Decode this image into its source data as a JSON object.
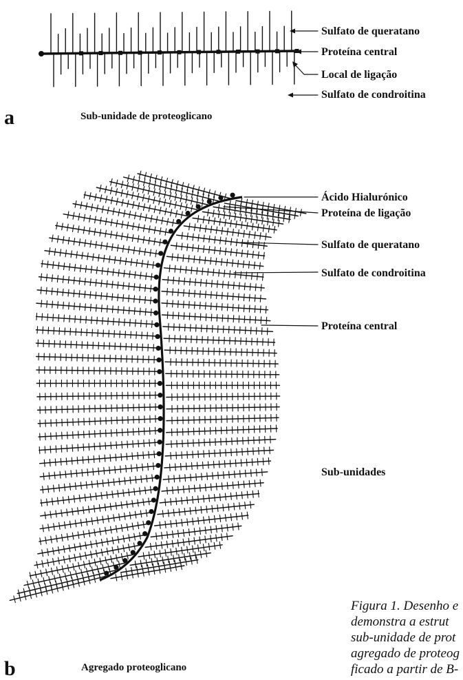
{
  "panel_a": {
    "letter": "a",
    "caption": "Sub-unidade de proteoglicano",
    "labels": [
      "Sulfato de queratano",
      "Proteína central",
      "Local de ligação",
      "Sulfato de condroitina"
    ]
  },
  "panel_b": {
    "letter": "b",
    "caption": "Agregado proteoglicano",
    "labels": [
      "Ácido Hialurónico",
      "Proteína de ligação",
      "Sulfato de queratano",
      "Sulfato de condroitina",
      "Proteína central"
    ],
    "subunits_label": "Sub-unidades"
  },
  "figure_caption": {
    "lines": [
      "Figura 1. Desenho e",
      "demonstra a estrut",
      "sub-unidade de prot",
      "agregado de proteog",
      "ficado a partir de B-"
    ]
  }
}
